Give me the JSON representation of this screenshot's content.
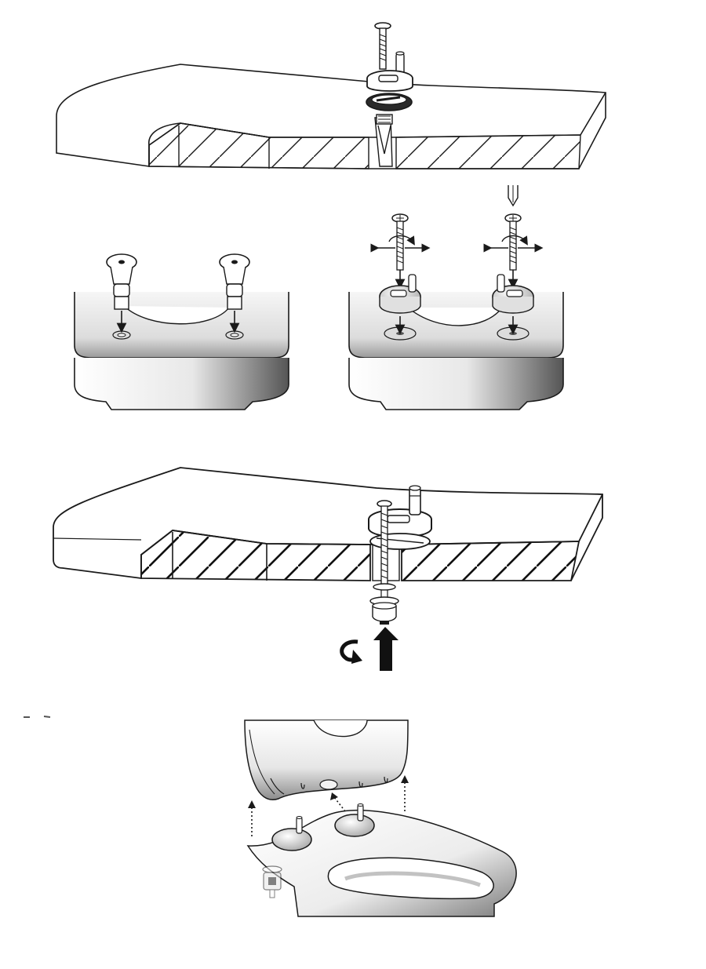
{
  "figure": {
    "panels": [
      {
        "id": "step-1-seat-fixing-section"
      },
      {
        "id": "step-2-bowl-top-view"
      },
      {
        "id": "step-3-nut-tightening-section"
      },
      {
        "id": "step-4-seat-mounting"
      }
    ],
    "colors": {
      "line": "#1a1a1a",
      "shade_dark": "#6e6e6e",
      "shade_light": "#f4f4f4",
      "background": "#ffffff"
    },
    "icons": [
      "screw-icon",
      "pin-icon",
      "bracket-icon",
      "arrow-down-icon",
      "rotate-arrow-icon",
      "move-arrows-icon",
      "screwdriver-icon",
      "dotted-arrow-icon"
    ]
  }
}
